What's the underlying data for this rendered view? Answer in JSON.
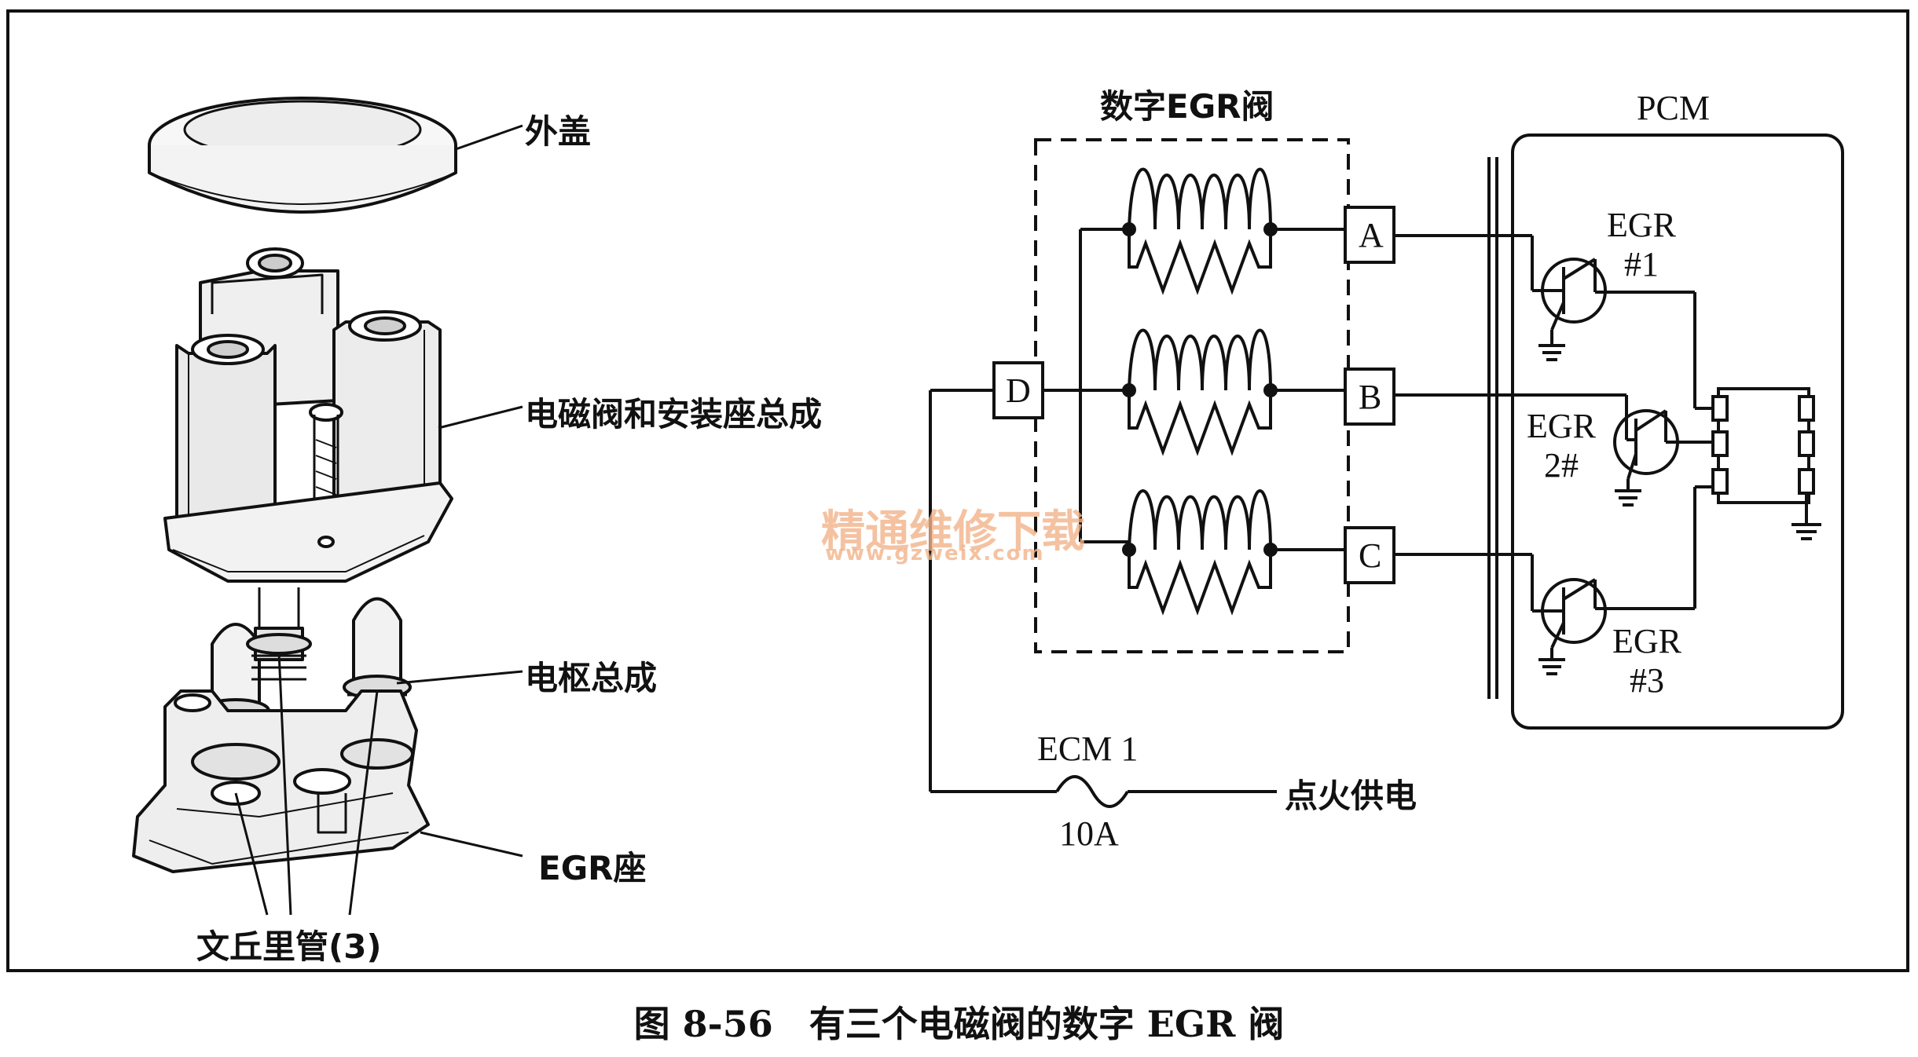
{
  "figure": {
    "caption": "图 8-56　有三个电磁阀的数字 EGR 阀",
    "watermark": {
      "line1": "精通维修下载",
      "line2": "www.gzweix.com"
    },
    "exploded_view": {
      "labels": {
        "cover": "外盖",
        "solenoid_assembly": "电磁阀和安装座总成",
        "armature_assembly": "电枢总成",
        "egr_base": "EGR座",
        "venturi_tubes": "文丘里管(3)"
      }
    },
    "circuit": {
      "valve_title": "数字EGR阀",
      "pcm_title": "PCM",
      "terminals": [
        "A",
        "B",
        "C",
        "D"
      ],
      "drivers": [
        "EGR\n#1",
        "EGR\n2#",
        "EGR\n#3"
      ],
      "fuse_name": "ECM 1",
      "fuse_rating": "10A",
      "power_label": "点火供电"
    }
  }
}
